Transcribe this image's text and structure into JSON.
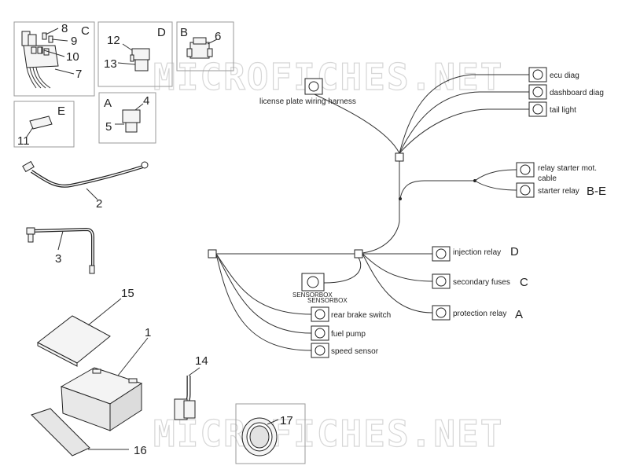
{
  "watermark": "MICROFICHES.NET",
  "inset_letters": {
    "c": "C",
    "d": "D",
    "b": "B",
    "e": "E",
    "a": "A"
  },
  "part_numbers": {
    "p1": "1",
    "p2": "2",
    "p3": "3",
    "p4": "4",
    "p5": "5",
    "p6": "6",
    "p7": "7",
    "p8": "8",
    "p9": "9",
    "p10": "10",
    "p11": "11",
    "p12": "12",
    "p13": "13",
    "p14": "14",
    "p15": "15",
    "p16": "16",
    "p17": "17"
  },
  "connectors": {
    "license_plate": "license plate wiring harness",
    "ecu_diag": "ecu diag",
    "dashboard_diag": "dashboard diag",
    "tail_light": "tail light",
    "relay_starter_line1": "relay starter mot.",
    "relay_starter_line2": "cable",
    "starter_relay": "starter relay",
    "starter_relay_ref": "B-E",
    "injection_relay": "injection relay",
    "injection_relay_ref": "D",
    "secondary_fuses": "secondary fuses",
    "secondary_fuses_ref": "C",
    "protection_relay": "protection relay",
    "protection_relay_ref": "A",
    "sensorbox": "SENSORBOX",
    "sensorbox_sub": "SENSORBOX",
    "rear_brake_switch": "rear brake switch",
    "fuel_pump": "fuel pump",
    "speed_sensor": "speed sensor"
  }
}
